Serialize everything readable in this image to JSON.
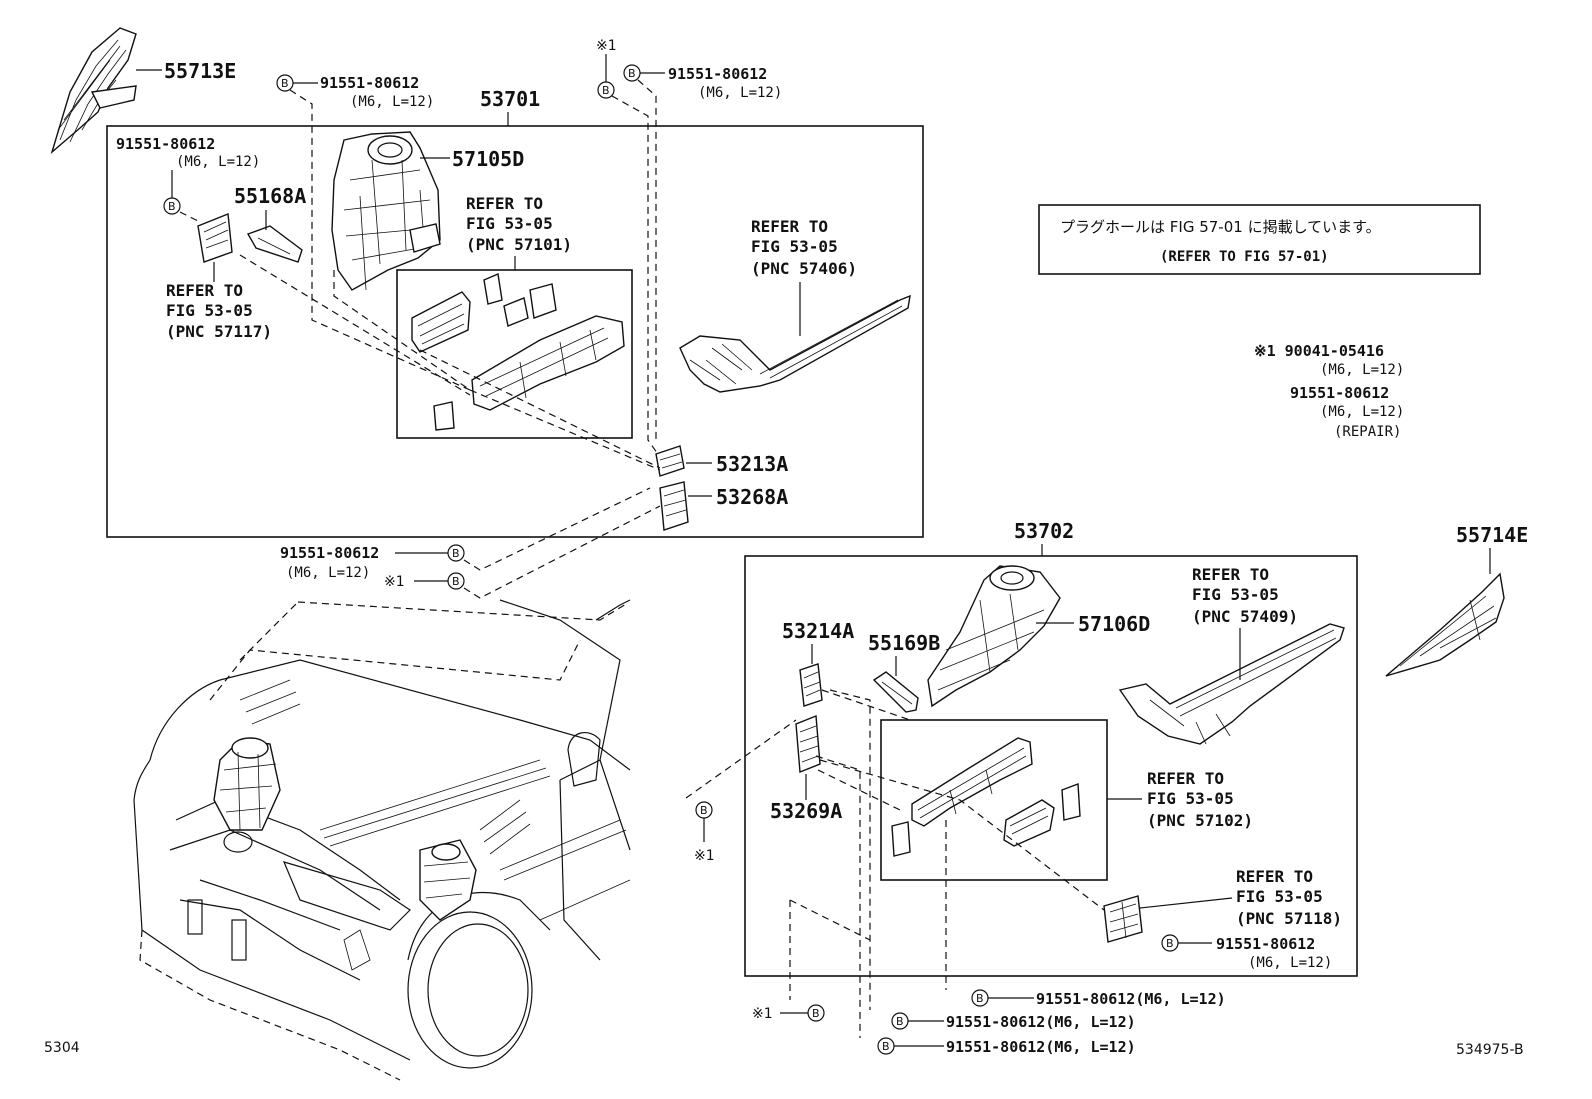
{
  "parts": {
    "p55713E": "55713E",
    "p53701": "53701",
    "p57105D": "57105D",
    "p55168A": "55168A",
    "p53213A": "53213A",
    "p53268A": "53268A",
    "p53702": "53702",
    "p55714E": "55714E",
    "p57106D": "57106D",
    "p53214A": "53214A",
    "p55169B": "55169B",
    "p53269A": "53269A"
  },
  "bolts": {
    "top1_pn": "91551-80612",
    "top1_spec": "(M6, L=12)",
    "top2_pn": "91551-80612",
    "top2_spec": "(M6, L=12)",
    "left_pn": "91551-80612",
    "left_spec": "(M6, L=12)",
    "mid_pn": "91551-80612",
    "mid_spec": "(M6, L=12)",
    "right_pn": "91551-80612",
    "right_spec": "(M6, L=12)",
    "bot1": "91551-80612(M6, L=12)",
    "bot2": "91551-80612(M6, L=12)",
    "bot3": "91551-80612(M6, L=12)",
    "marker": "B",
    "star_mark": "※1",
    "star_mark_b": "※1",
    "star_mark_c": "※1",
    "star_mark_d": "※1",
    "star_mark_e": "※1"
  },
  "refs": {
    "r1_l1": "REFER TO",
    "r1_l2": "FIG 53-05",
    "r1_l3": "(PNC 57101)",
    "r2_l1": "REFER TO",
    "r2_l2": "FIG 53-05",
    "r2_l3": "(PNC 57406)",
    "r3_l1": "REFER TO",
    "r3_l2": "FIG 53-05",
    "r3_l3": "(PNC 57117)",
    "r4_l1": "REFER TO",
    "r4_l2": "FIG 53-05",
    "r4_l3": "(PNC 57409)",
    "r5_l1": "REFER TO",
    "r5_l2": "FIG 53-05",
    "r5_l3": "(PNC 57102)",
    "r6_l1": "REFER TO",
    "r6_l2": "FIG 53-05",
    "r6_l3": "(PNC 57118)"
  },
  "note": {
    "jp": "プラグホールは FIG 57-01 に掲載しています。",
    "en": "(REFER TO FIG 57-01)"
  },
  "legend": {
    "l1": "※1 90041-05416",
    "l2": "(M6, L=12)",
    "l3": "91551-80612",
    "l4": "(M6, L=12)",
    "l5": "(REPAIR)"
  },
  "footer": {
    "page": "5304",
    "code": "534975-B"
  }
}
